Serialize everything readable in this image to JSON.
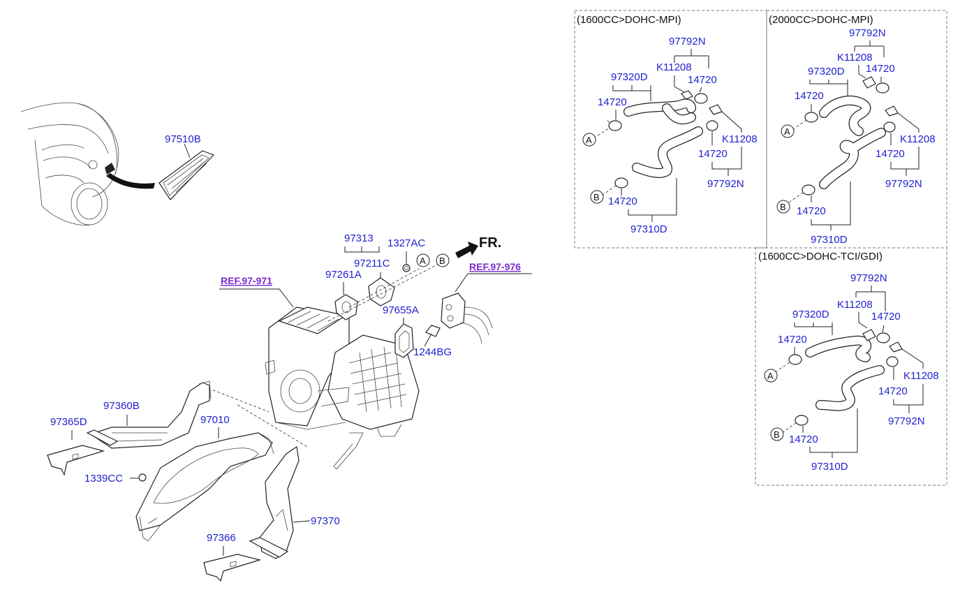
{
  "main": {
    "labels": {
      "97510B": "97510B",
      "97313": "97313",
      "1327AC": "1327AC",
      "97211C": "97211C",
      "97261A": "97261A",
      "97655A": "97655A",
      "1244BG": "1244BG",
      "97360B": "97360B",
      "97365D": "97365D",
      "97010": "97010",
      "1339CC": "1339CC",
      "97370": "97370",
      "97366": "97366"
    },
    "refs": {
      "ref971": "REF.97-971",
      "ref976": "REF.97-976"
    },
    "front_label": "FR.",
    "circle_a": "A",
    "circle_b": "B"
  },
  "panels": [
    {
      "header": "(1600CC>DOHC-MPI)",
      "labels": {
        "p1": "97792N",
        "p2": "K11208",
        "p3": "14720",
        "p4": "97320D",
        "p5": "14720",
        "p6": "K11208",
        "p7": "14720",
        "p8": "97792N",
        "p9": "14720",
        "p10": "97310D"
      },
      "circle_a": "A",
      "circle_b": "B"
    },
    {
      "header": "(2000CC>DOHC-MPI)",
      "labels": {
        "p1": "97792N",
        "p2": "K11208",
        "p3": "14720",
        "p4": "97320D",
        "p5": "14720",
        "p6": "K11208",
        "p7": "14720",
        "p8": "97792N",
        "p9": "14720",
        "p10": "97310D"
      },
      "circle_a": "A",
      "circle_b": "B"
    },
    {
      "header": "(1600CC>DOHC-TCI/GDI)",
      "labels": {
        "p1": "97792N",
        "p2": "K11208",
        "p3": "14720",
        "p4": "97320D",
        "p5": "14720",
        "p6": "K11208",
        "p7": "14720",
        "p8": "97792N",
        "p9": "14720",
        "p10": "97310D"
      },
      "circle_a": "A",
      "circle_b": "B"
    }
  ],
  "colors": {
    "part_number": "#1f1fd0",
    "reference": "#7a2ad0",
    "line": "#222222"
  }
}
